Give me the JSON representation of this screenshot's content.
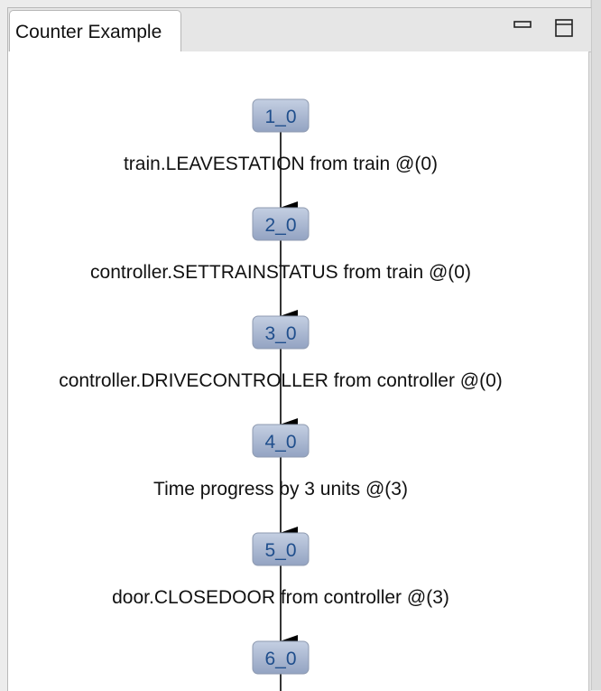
{
  "window": {
    "tab_label": "Counter Example",
    "minimize_icon": "minimize-icon",
    "maximize_icon": "maximize-icon"
  },
  "graph": {
    "nodes": [
      "1_0",
      "2_0",
      "3_0",
      "4_0",
      "5_0",
      "6_0"
    ],
    "edges": [
      {
        "from": "1_0",
        "to": "2_0",
        "label": "train.LEAVESTATION from train @(0)"
      },
      {
        "from": "2_0",
        "to": "3_0",
        "label": "controller.SETTRAINSTATUS from train @(0)"
      },
      {
        "from": "3_0",
        "to": "4_0",
        "label": "controller.DRIVECONTROLLER from controller @(0)"
      },
      {
        "from": "4_0",
        "to": "5_0",
        "label": "Time progress by 3 units @(3)"
      },
      {
        "from": "5_0",
        "to": "6_0",
        "label": "door.CLOSEDOOR from controller @(3)"
      }
    ]
  },
  "colors": {
    "node_top": "#c4cfe2",
    "node_bottom": "#93a3c2",
    "node_text": "#1f4e8c",
    "edge": "#000000"
  }
}
